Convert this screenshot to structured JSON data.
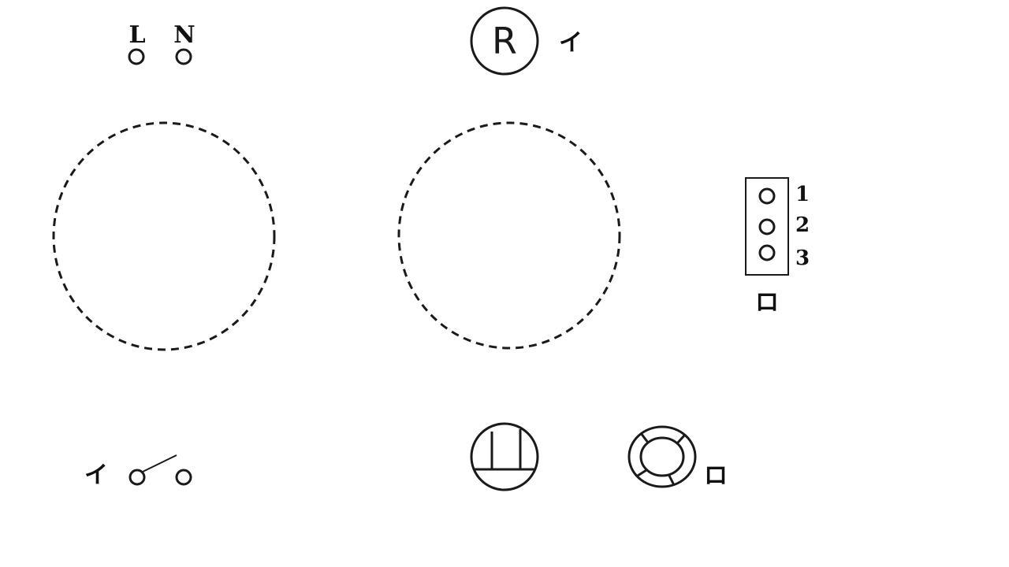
{
  "terminals": {
    "l_label": "L",
    "n_label": "N"
  },
  "resistor": {
    "symbol_label": "R",
    "tag": "イ"
  },
  "connector": {
    "pin_labels": [
      "1",
      "2",
      "3"
    ],
    "tag": "ロ"
  },
  "switch": {
    "tag": "イ"
  },
  "lamp": {
    "tag": "ロ"
  },
  "colors": {
    "ink": "#1a1a1a",
    "background": "#ffffff"
  }
}
